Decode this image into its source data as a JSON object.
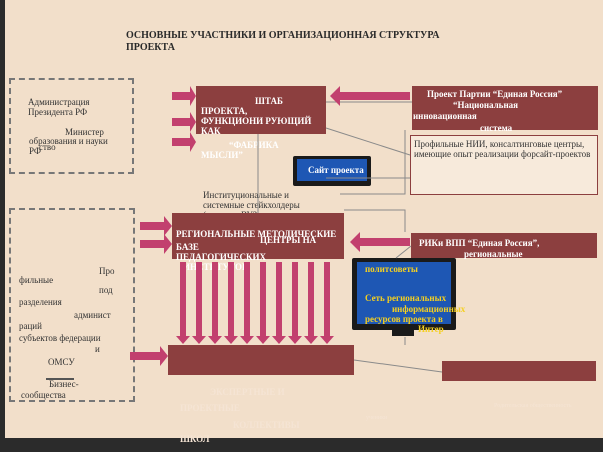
{
  "title": "ОСНОВНЫЕ УЧАСТНИКИ И ОРГАНИЗАЦИОННАЯ СТРУКТУРА ПРОЕКТА",
  "left_top": {
    "admin": "Администрация Президента РФ",
    "ministry_a": "Министер",
    "ministry_b": "ство",
    "ministry_c": "образования и науки РФ",
    "ministry_d": "РФ"
  },
  "hq": {
    "line1": "ШТАБ",
    "line2": "ПРОЕКТА,",
    "line3": "ФУНКЦИОНИ РУЮЩИЙ",
    "line4": "КАК",
    "line5": "“ФАБРИКА",
    "line6": "МЫСЛИ”"
  },
  "party_project": {
    "line1": "Проект Партии “Единая Россия”",
    "line2": "“Национальная",
    "line3": "инновационная",
    "line4": "система"
  },
  "nii_text": "Профильные НИИ, консалтинговые центры, имеющие опыт реализации форсайт-проектов",
  "site_label": "Сайт проекта",
  "institutional_text": "Институциональные и системные стейкхолдеры (ведущие ВУЗы, крупные корпорации)",
  "regional_center": {
    "line1": "РЕГИОНАЛЬНЫЕ МЕТОДИЧЕСКИЕ",
    "line2": "ЦЕНТРЫ НА",
    "line3": "БАЗЕ",
    "line4": "ПЕДАГОГИЧЕСКИХ",
    "line5": "ИНСТИТУТОВ"
  },
  "riki": {
    "line1": "РИКи ВПП “Единая Россия”,",
    "line2": "региональные"
  },
  "network": {
    "line1": "политсоветы",
    "line2": "Сеть региональных",
    "line3": "информационных",
    "line4": "ресурсов проекта в",
    "line5": "Интер"
  },
  "left_bottom": {
    "a": "Про",
    "b": "фильные",
    "c": "под",
    "d": "разделения",
    "e": "админист",
    "f": "раций",
    "g": "субъектов федерации",
    "h": "и",
    "i": "ОМСУ",
    "j": "Бизнес-",
    "k": "сообщества"
  },
  "expert": {
    "line1": "ЭКСПЕРТНЫЕ И",
    "line2": "ПРОЕКТНЫЕ",
    "line3": "КОЛЛЕКТИВЫ",
    "line4": "ШКОЛ",
    "sub": "ученики"
  },
  "parents_label": "Родительская общественность",
  "colors": {
    "background": "#f2dfca",
    "box": "#8c3f3f",
    "arrow": "#c2406e",
    "screen": "#1e57b4"
  }
}
